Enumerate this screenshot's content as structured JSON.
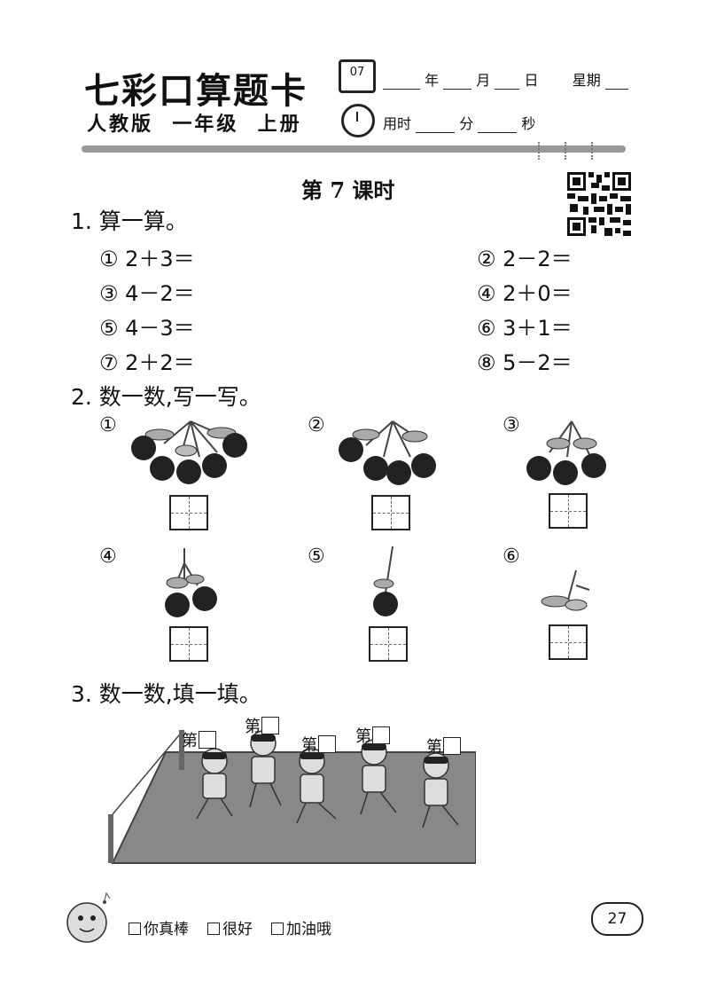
{
  "header": {
    "brand": "七彩口算题卡",
    "edition": "人教版  一年级  上册",
    "calendar_number": "07",
    "date_year": "年",
    "date_month": "月",
    "date_day": "日",
    "date_week": "星期",
    "time_label": "用时",
    "time_min": "分",
    "time_sec": "秒"
  },
  "lesson_title": "第 7 课时",
  "section1": {
    "title": "1. 算一算。",
    "items": [
      "① 2＋3＝",
      "② 2－2＝",
      "③ 4－2＝",
      "④ 2＋0＝",
      "⑤ 4－3＝",
      "⑥ 3＋1＝",
      "⑦ 2＋2＝",
      "⑧ 5－2＝"
    ]
  },
  "section2": {
    "title": "2. 数一数,写一写。",
    "items": [
      {
        "marker": "①",
        "count": 5
      },
      {
        "marker": "②",
        "count": 4
      },
      {
        "marker": "③",
        "count": 3
      },
      {
        "marker": "④",
        "count": 2
      },
      {
        "marker": "⑤",
        "count": 1
      },
      {
        "marker": "⑥",
        "count": 0
      }
    ]
  },
  "section3": {
    "title": "3. 数一数,填一填。",
    "label": "第"
  },
  "footer": {
    "options": [
      "你真棒",
      "很好",
      "加油哦"
    ],
    "page_number": "27"
  }
}
